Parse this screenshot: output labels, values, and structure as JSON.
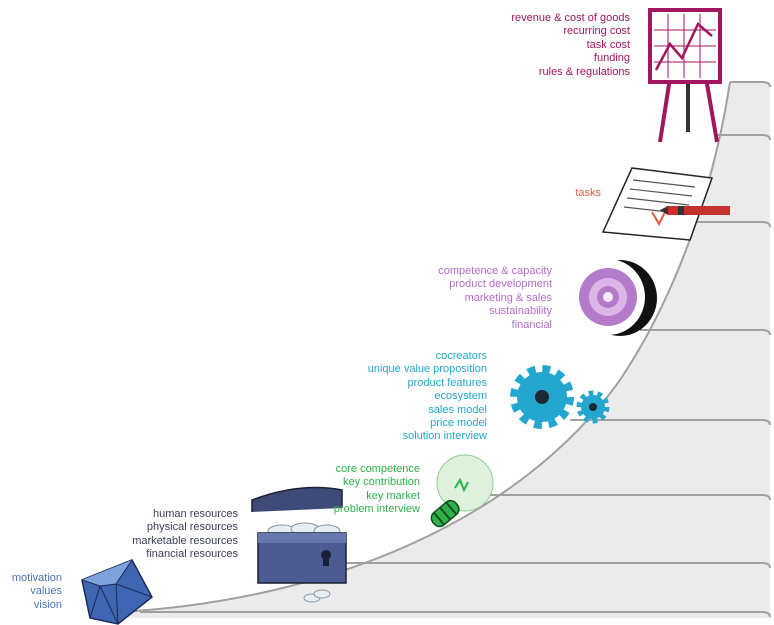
{
  "colors": {
    "step_fill": "#ebebeb",
    "step_line": "#a0a0a0",
    "motivation": "#4a73b8",
    "resources": "#3a3f55",
    "competence": "#2db24a",
    "gears": "#23a7cf",
    "capacity": "#b56cc7",
    "tasks": "#e05a4a",
    "finance": "#a3155f"
  },
  "steps": [
    {
      "key": "diamond",
      "icon": "diamond-icon",
      "color_key": "motivation",
      "items": [
        "motivation",
        "values",
        "vision"
      ]
    },
    {
      "key": "chest",
      "icon": "treasure-chest-icon",
      "color_key": "resources",
      "items": [
        "human resources",
        "physical resources",
        "marketable resources",
        "financial resources"
      ]
    },
    {
      "key": "bulb",
      "icon": "light-bulb-icon",
      "color_key": "competence",
      "items": [
        "core competence",
        "key contribution",
        "key market",
        "problem interview"
      ]
    },
    {
      "key": "gears",
      "icon": "gears-icon",
      "color_key": "gears",
      "items": [
        "cocreators",
        "unique value proposition",
        "product features",
        "ecosystem",
        "sales model",
        "price model",
        "solution interview"
      ]
    },
    {
      "key": "target",
      "icon": "target-disc-icon",
      "color_key": "capacity",
      "items": [
        "competence & capacity",
        "product development",
        "marketing & sales",
        "sustainability",
        "financial"
      ]
    },
    {
      "key": "tasks",
      "icon": "task-checklist-icon",
      "color_key": "tasks",
      "items": [
        "tasks"
      ]
    },
    {
      "key": "chart",
      "icon": "chart-easel-icon",
      "color_key": "finance",
      "items": [
        "revenue & cost of goods",
        "recurring cost",
        "task cost",
        "funding",
        "rules & regulations"
      ]
    }
  ]
}
